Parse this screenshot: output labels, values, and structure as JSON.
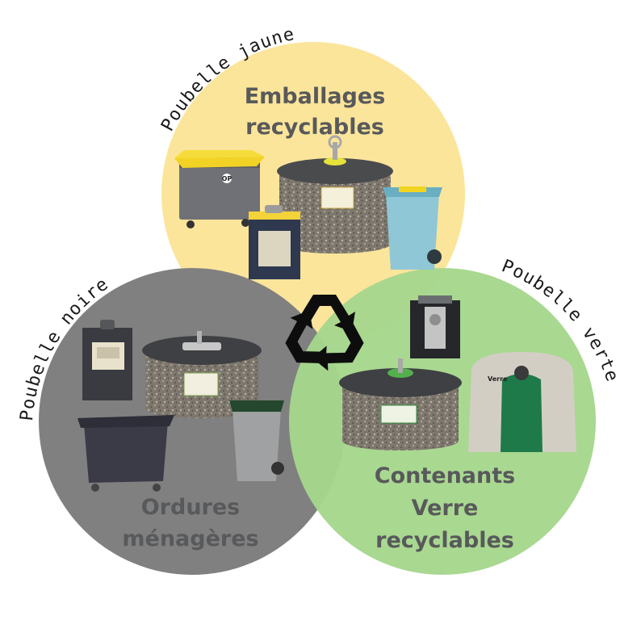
{
  "groups": {
    "yellow": {
      "title_line1": "Emballages",
      "title_line2": "recyclables",
      "arc_label": "Poubelle  jaune",
      "color": "#fbe59a"
    },
    "black": {
      "title_line1": "Ordures",
      "title_line2": "ménagères",
      "arc_label": "Poubelle  noire",
      "color": "#808080"
    },
    "green": {
      "title_line1": "Contenants",
      "title_line2": "Verre",
      "title_line3": "recyclables",
      "arc_label": "Poubelle  verte",
      "color": "#a6d68c"
    }
  },
  "center_icon": "recycle-icon",
  "bin_logo": "OP",
  "verre_logo": "Verre"
}
